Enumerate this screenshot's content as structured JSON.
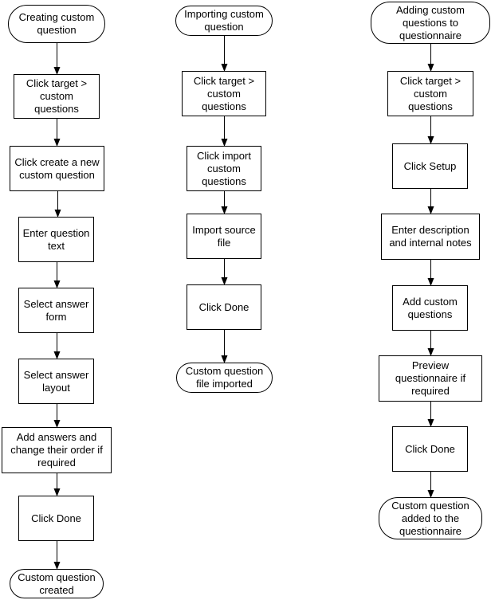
{
  "flows": [
    {
      "id": "create",
      "nodes": [
        {
          "text": "Creating custom question",
          "shape": "terminator"
        },
        {
          "text": "Click target > custom questions",
          "shape": "process"
        },
        {
          "text": "Click create a new custom question",
          "shape": "process"
        },
        {
          "text": "Enter question text",
          "shape": "process"
        },
        {
          "text": "Select answer form",
          "shape": "process"
        },
        {
          "text": "Select answer layout",
          "shape": "process"
        },
        {
          "text": "Add answers and change their order if required",
          "shape": "process"
        },
        {
          "text": "Click Done",
          "shape": "process"
        },
        {
          "text": "Custom question created",
          "shape": "terminator"
        }
      ]
    },
    {
      "id": "import",
      "nodes": [
        {
          "text": "Importing custom question",
          "shape": "terminator"
        },
        {
          "text": "Click target > custom questions",
          "shape": "process"
        },
        {
          "text": "Click import custom questions",
          "shape": "process"
        },
        {
          "text": "Import source file",
          "shape": "process"
        },
        {
          "text": "Click Done",
          "shape": "process"
        },
        {
          "text": "Custom question file imported",
          "shape": "terminator"
        }
      ]
    },
    {
      "id": "add",
      "nodes": [
        {
          "text": "Adding custom questions to questionnaire",
          "shape": "terminator"
        },
        {
          "text": "Click target > custom questions",
          "shape": "process"
        },
        {
          "text": "Click Setup",
          "shape": "process"
        },
        {
          "text": "Enter description and internal notes",
          "shape": "process"
        },
        {
          "text": "Add custom questions",
          "shape": "process"
        },
        {
          "text": "Preview questionnaire if required",
          "shape": "process"
        },
        {
          "text": "Click Done",
          "shape": "process"
        },
        {
          "text": "Custom question added to the questionnaire",
          "shape": "terminator"
        }
      ]
    }
  ]
}
